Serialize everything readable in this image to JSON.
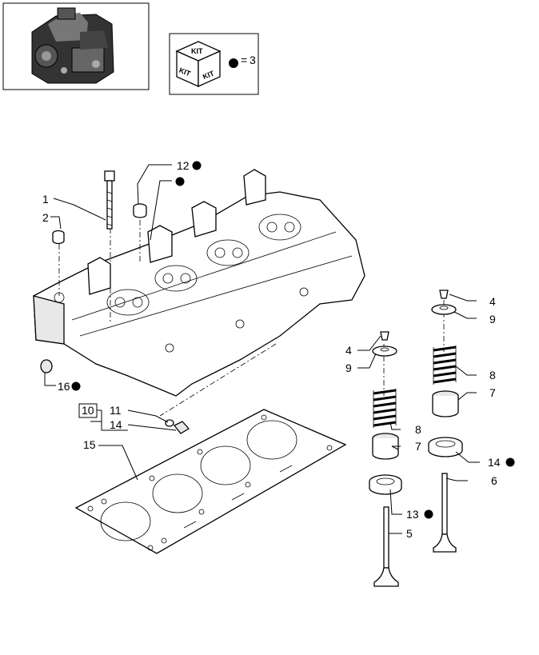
{
  "legend": {
    "kit_labels": [
      "KIT",
      "KIT",
      "KIT"
    ],
    "equals": "=",
    "kit_ref": "3"
  },
  "callouts": {
    "c1": "1",
    "c2": "2",
    "c4a": "4",
    "c4b": "4",
    "c5": "5",
    "c6": "6",
    "c7a": "7",
    "c7b": "7",
    "c8a": "8",
    "c8b": "8",
    "c9a": "9",
    "c9b": "9",
    "c10": "10",
    "c11": "11",
    "c12": "12",
    "c13": "13",
    "c14a": "14",
    "c14b": "14",
    "c15": "15",
    "c16": "16"
  },
  "icons": {
    "engine_thumbnail": "engine-thumbnail-icon",
    "kit_box": "kit-box-icon",
    "kit_dot": "kit-dot-icon"
  }
}
